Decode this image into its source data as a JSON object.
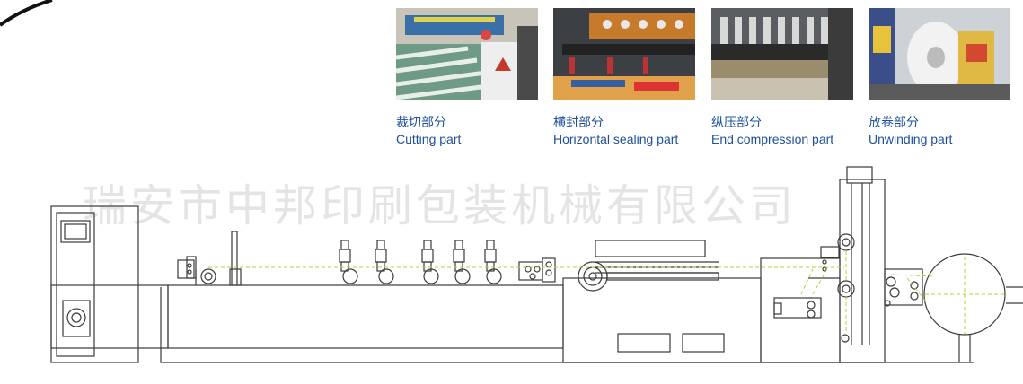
{
  "photos": [
    {
      "caption_cn": "裁切部分",
      "caption_en": "Cutting part"
    },
    {
      "caption_cn": "横封部分",
      "caption_en": "Horizontal sealing part"
    },
    {
      "caption_cn": "纵压部分",
      "caption_en": "End compression part"
    },
    {
      "caption_cn": "放卷部分",
      "caption_en": "Unwinding part"
    }
  ],
  "watermark": "瑞安市中邦印刷包装机械有限公司",
  "colors": {
    "caption": "#1e4f9c",
    "line": "#3a3a3a",
    "web_path": "#b8cf3a",
    "watermark": "#e4e4e4"
  }
}
